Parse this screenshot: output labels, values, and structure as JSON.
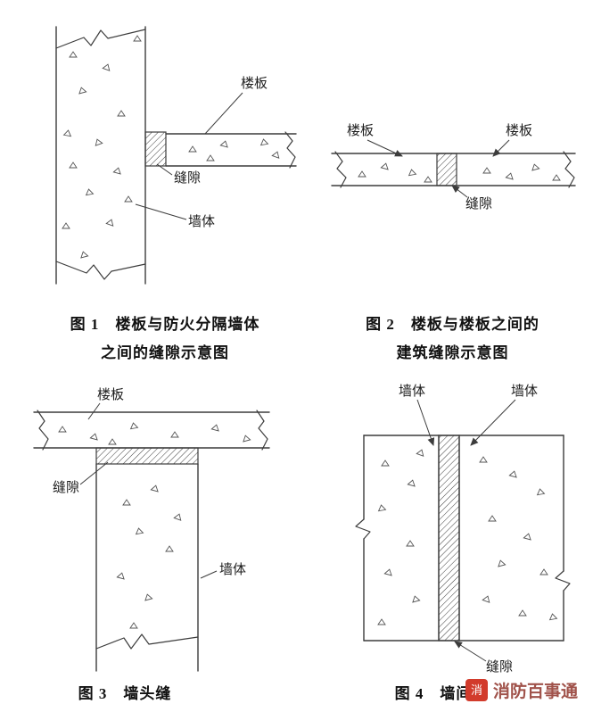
{
  "page": {
    "background": "#ffffff"
  },
  "fig1": {
    "label_floor": "楼板",
    "label_gap": "缝隙",
    "label_wall": "墙体",
    "caption_line1": "图 1　楼板与防火分隔墙体",
    "caption_line2": "之间的缝隙示意图"
  },
  "fig2": {
    "label_floor_left": "楼板",
    "label_floor_right": "楼板",
    "label_gap": "缝隙",
    "caption_line1": "图 2　楼板与楼板之间的",
    "caption_line2": "建筑缝隙示意图"
  },
  "fig3": {
    "label_floor": "楼板",
    "label_gap": "缝隙",
    "label_wall": "墙体",
    "caption": "图 3　墙头缝"
  },
  "fig4": {
    "label_wall_left": "墙体",
    "label_wall_right": "墙体",
    "label_gap": "缝隙",
    "caption": "图 4　墙间缝"
  },
  "watermark": {
    "logo_glyph": "消",
    "text": "消防百事通",
    "logo_color": "#d23b2c",
    "text_color": "#a0524a"
  },
  "colors": {
    "line": "#3c3c3c"
  }
}
